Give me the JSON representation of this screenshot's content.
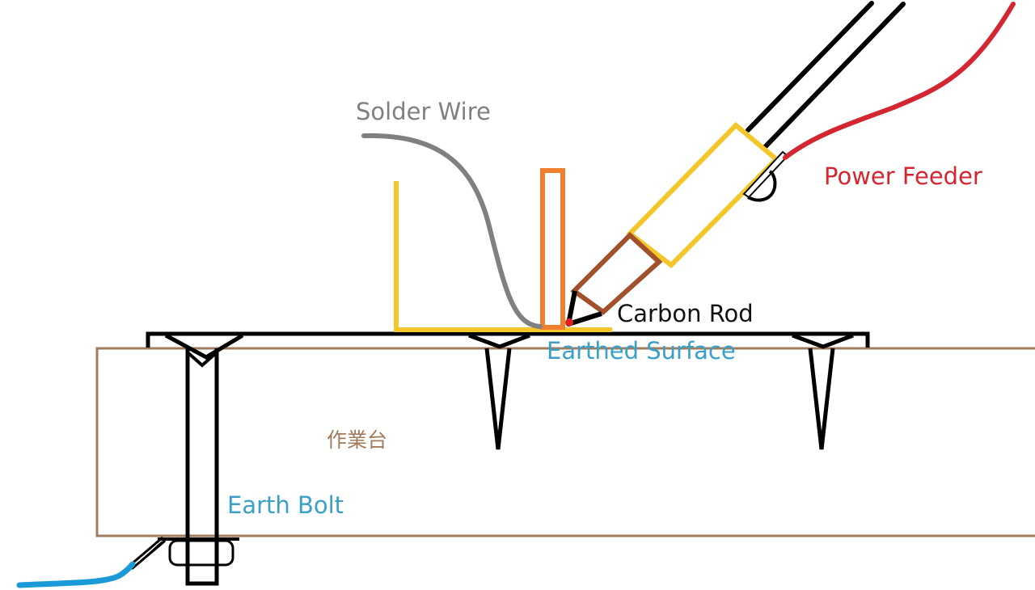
{
  "labels": {
    "solder_wire": "Solder Wire",
    "power_feeder": "Power Feeder",
    "carbon_rod": "Carbon Rod",
    "earthed_surface": "Earthed Surface",
    "workbench": "作業台",
    "earth_bolt": "Earth Bolt"
  },
  "colors": {
    "solder_wire": "#808080",
    "power_feeder": "#d42630",
    "carbon_rod_label": "#111111",
    "earthed_surface": "#3aa0c8",
    "workbench": "#a07c5c",
    "earth_bolt": "#3aa0c8",
    "workpiece_l": "#f4c62a",
    "workpiece_upright": "#f08030",
    "holder_body": "#f4c62a",
    "carbon_rod": "#a0502a",
    "ground_cable": "#1a9ad6",
    "contact_point": "#e02020",
    "outline": "#000000"
  }
}
